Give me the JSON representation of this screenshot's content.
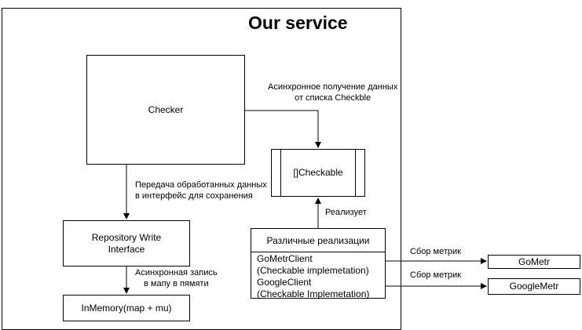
{
  "service": {
    "title": "Our service"
  },
  "checker": {
    "label": "Checker"
  },
  "checkable": {
    "label": "[]Checkable"
  },
  "repository": {
    "line1": "Repository Write",
    "line2": "Interface"
  },
  "inmemory": {
    "label": "InMemory(map + mu)"
  },
  "implementations": {
    "header": "Различные реализации",
    "gometr_line1": "GoMetrClient",
    "gometr_line2": "(Checkable implemetation)",
    "google_line1": "GoogleClient",
    "google_line2": "(Checkable Implemetation)"
  },
  "gometr": {
    "label": "GoMetr"
  },
  "googlemetr": {
    "label": "GoogleMetr"
  },
  "edges": {
    "async_fetch_line1": "Асинхронное получение данных",
    "async_fetch_line2": "от списка Checkble",
    "pass_line1": "Передача обработанных данных",
    "pass_line2": "в интерфейс для сохранения",
    "implements": "Реализует",
    "async_write_line1": "Асинхронная запись",
    "async_write_line2": "в мапу в пямяти",
    "metrics_1": "Сбор метрик",
    "metrics_2": "Сбор метрик"
  }
}
